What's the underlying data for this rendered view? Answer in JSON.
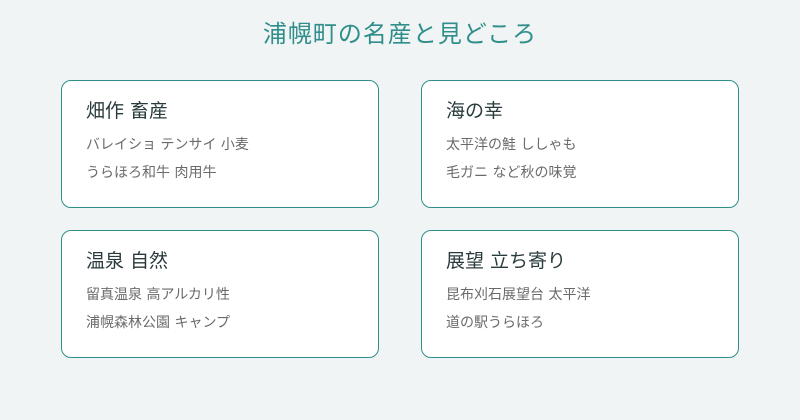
{
  "page": {
    "title": "浦幌町の名産と見どころ",
    "colors": {
      "accent": "#2f8e8a",
      "background": "#f0f4f5",
      "card": "#ffffff",
      "heading_text": "#2a3b3d",
      "body_text": "#6a6a6a"
    }
  },
  "cards": [
    {
      "title": "畑作 畜産",
      "lines": [
        "バレイショ テンサイ 小麦",
        "うらほろ和牛 肉用牛"
      ]
    },
    {
      "title": "海の幸",
      "lines": [
        "太平洋の鮭 ししゃも",
        "毛ガニ など秋の味覚"
      ]
    },
    {
      "title": "温泉 自然",
      "lines": [
        "留真温泉 高アルカリ性",
        "浦幌森林公園 キャンプ"
      ]
    },
    {
      "title": "展望 立ち寄り",
      "lines": [
        "昆布刈石展望台 太平洋",
        "道の駅うらほろ"
      ]
    }
  ]
}
